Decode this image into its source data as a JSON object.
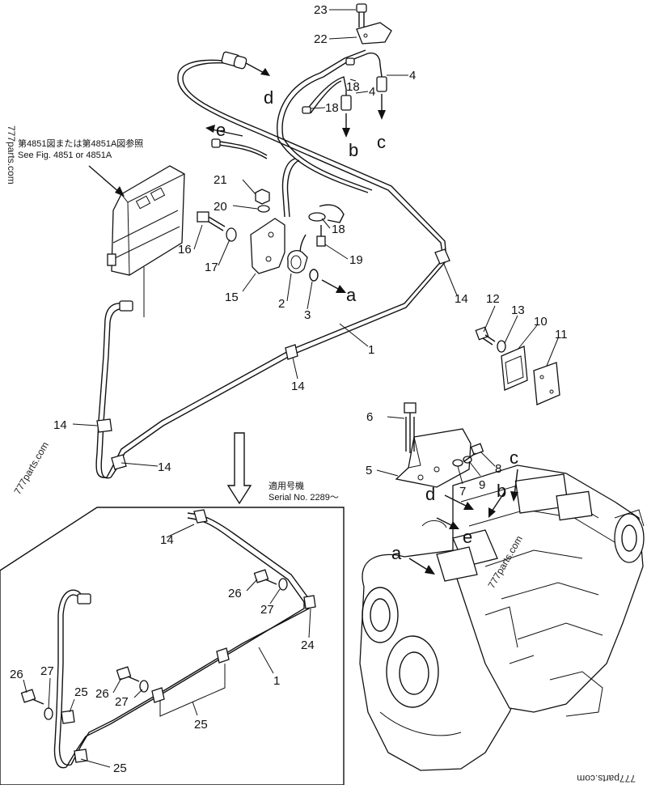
{
  "callouts": {
    "c1": "1",
    "c1b": "1",
    "c2": "2",
    "c3": "3",
    "c4a": "4",
    "c4b": "4",
    "c5": "5",
    "c6": "6",
    "c7": "7",
    "c8": "8",
    "c9": "9",
    "c10": "10",
    "c11": "11",
    "c12": "12",
    "c13": "13",
    "c14a": "14",
    "c14b": "14",
    "c14c": "14",
    "c14d": "14",
    "c14e": "14",
    "c15": "15",
    "c16": "16",
    "c17": "17",
    "c18a": "18",
    "c18b": "18",
    "c18c": "18",
    "c19": "19",
    "c20": "20",
    "c21": "21",
    "c22": "22",
    "c23": "23",
    "c24": "24",
    "c25a": "25",
    "c25b": "25",
    "c25c": "25",
    "c26a": "26",
    "c26b": "26",
    "c26c": "26",
    "c27a": "27",
    "c27b": "27",
    "c27c": "27"
  },
  "letters": {
    "a1": "a",
    "a2": "a",
    "b1": "b",
    "b2": "b",
    "c1": "c",
    "c2": "c",
    "d1": "d",
    "d2": "d",
    "e1": "e",
    "e2": "e"
  },
  "refnote": {
    "jp": "第4851図または第4851A図参照",
    "en": "See Fig. 4851 or 4851A"
  },
  "serial": {
    "jp": "適用号機",
    "en": "Serial No. 2289～"
  },
  "watermarks": {
    "w1": "777parts.com",
    "w2": "777parts.com",
    "w3": "777parts.com",
    "w4": "777parts.com"
  }
}
